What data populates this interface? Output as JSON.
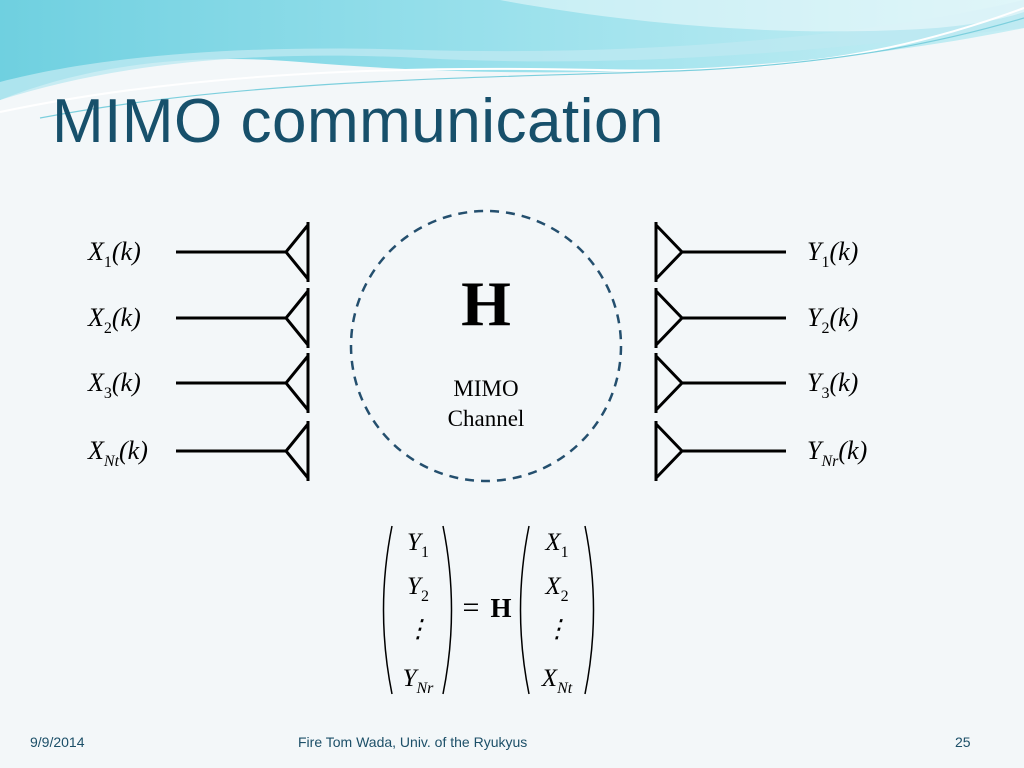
{
  "slide": {
    "title": "MIMO communication",
    "colors": {
      "title": "#17506b",
      "channel_dash": "#244f6e",
      "background": "#f3f7f9"
    }
  },
  "diagram": {
    "transmit_signals": [
      {
        "base": "X",
        "sub": "1",
        "arg": "(k)"
      },
      {
        "base": "X",
        "sub": "2",
        "arg": "(k)"
      },
      {
        "base": "X",
        "sub": "3",
        "arg": "(k)"
      },
      {
        "base": "X",
        "sub": "Nt",
        "arg": "(k)"
      }
    ],
    "receive_signals": [
      {
        "base": "Y",
        "sub": "1",
        "arg": "(k)"
      },
      {
        "base": "Y",
        "sub": "2",
        "arg": "(k)"
      },
      {
        "base": "Y",
        "sub": "3",
        "arg": "(k)"
      },
      {
        "base": "Y",
        "sub": "Nr",
        "arg": "(k)"
      }
    ],
    "channel_symbol": "H",
    "channel_label_line1": "MIMO",
    "channel_label_line2": "Channel"
  },
  "equation": {
    "lhs": [
      {
        "base": "Y",
        "sub": "1"
      },
      {
        "base": "Y",
        "sub": "2"
      },
      {
        "base": "⋮",
        "sub": ""
      },
      {
        "base": "Y",
        "sub": "Nr"
      }
    ],
    "operator": "=",
    "matrix": "H",
    "rhs": [
      {
        "base": "X",
        "sub": "1"
      },
      {
        "base": "X",
        "sub": "2"
      },
      {
        "base": "⋮",
        "sub": ""
      },
      {
        "base": "X",
        "sub": "Nt"
      }
    ]
  },
  "footer": {
    "date": "9/9/2014",
    "author": "Fire Tom Wada, Univ. of the Ryukyus",
    "page_number": "25"
  }
}
